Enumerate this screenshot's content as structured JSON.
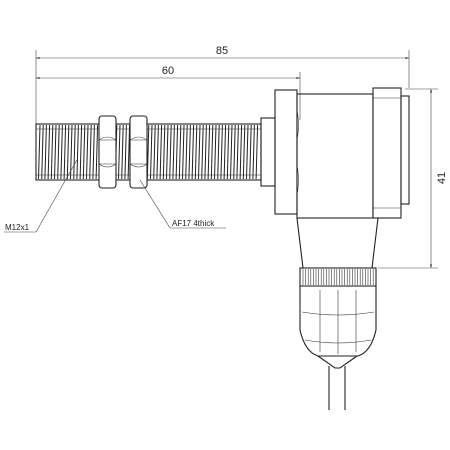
{
  "dimensions": {
    "overall_length": "85",
    "thread_length": "60",
    "height": "41"
  },
  "callouts": {
    "thread": "M12x1",
    "nut": "AF17 4thick"
  },
  "colors": {
    "line": "#222222",
    "background": "#ffffff"
  }
}
